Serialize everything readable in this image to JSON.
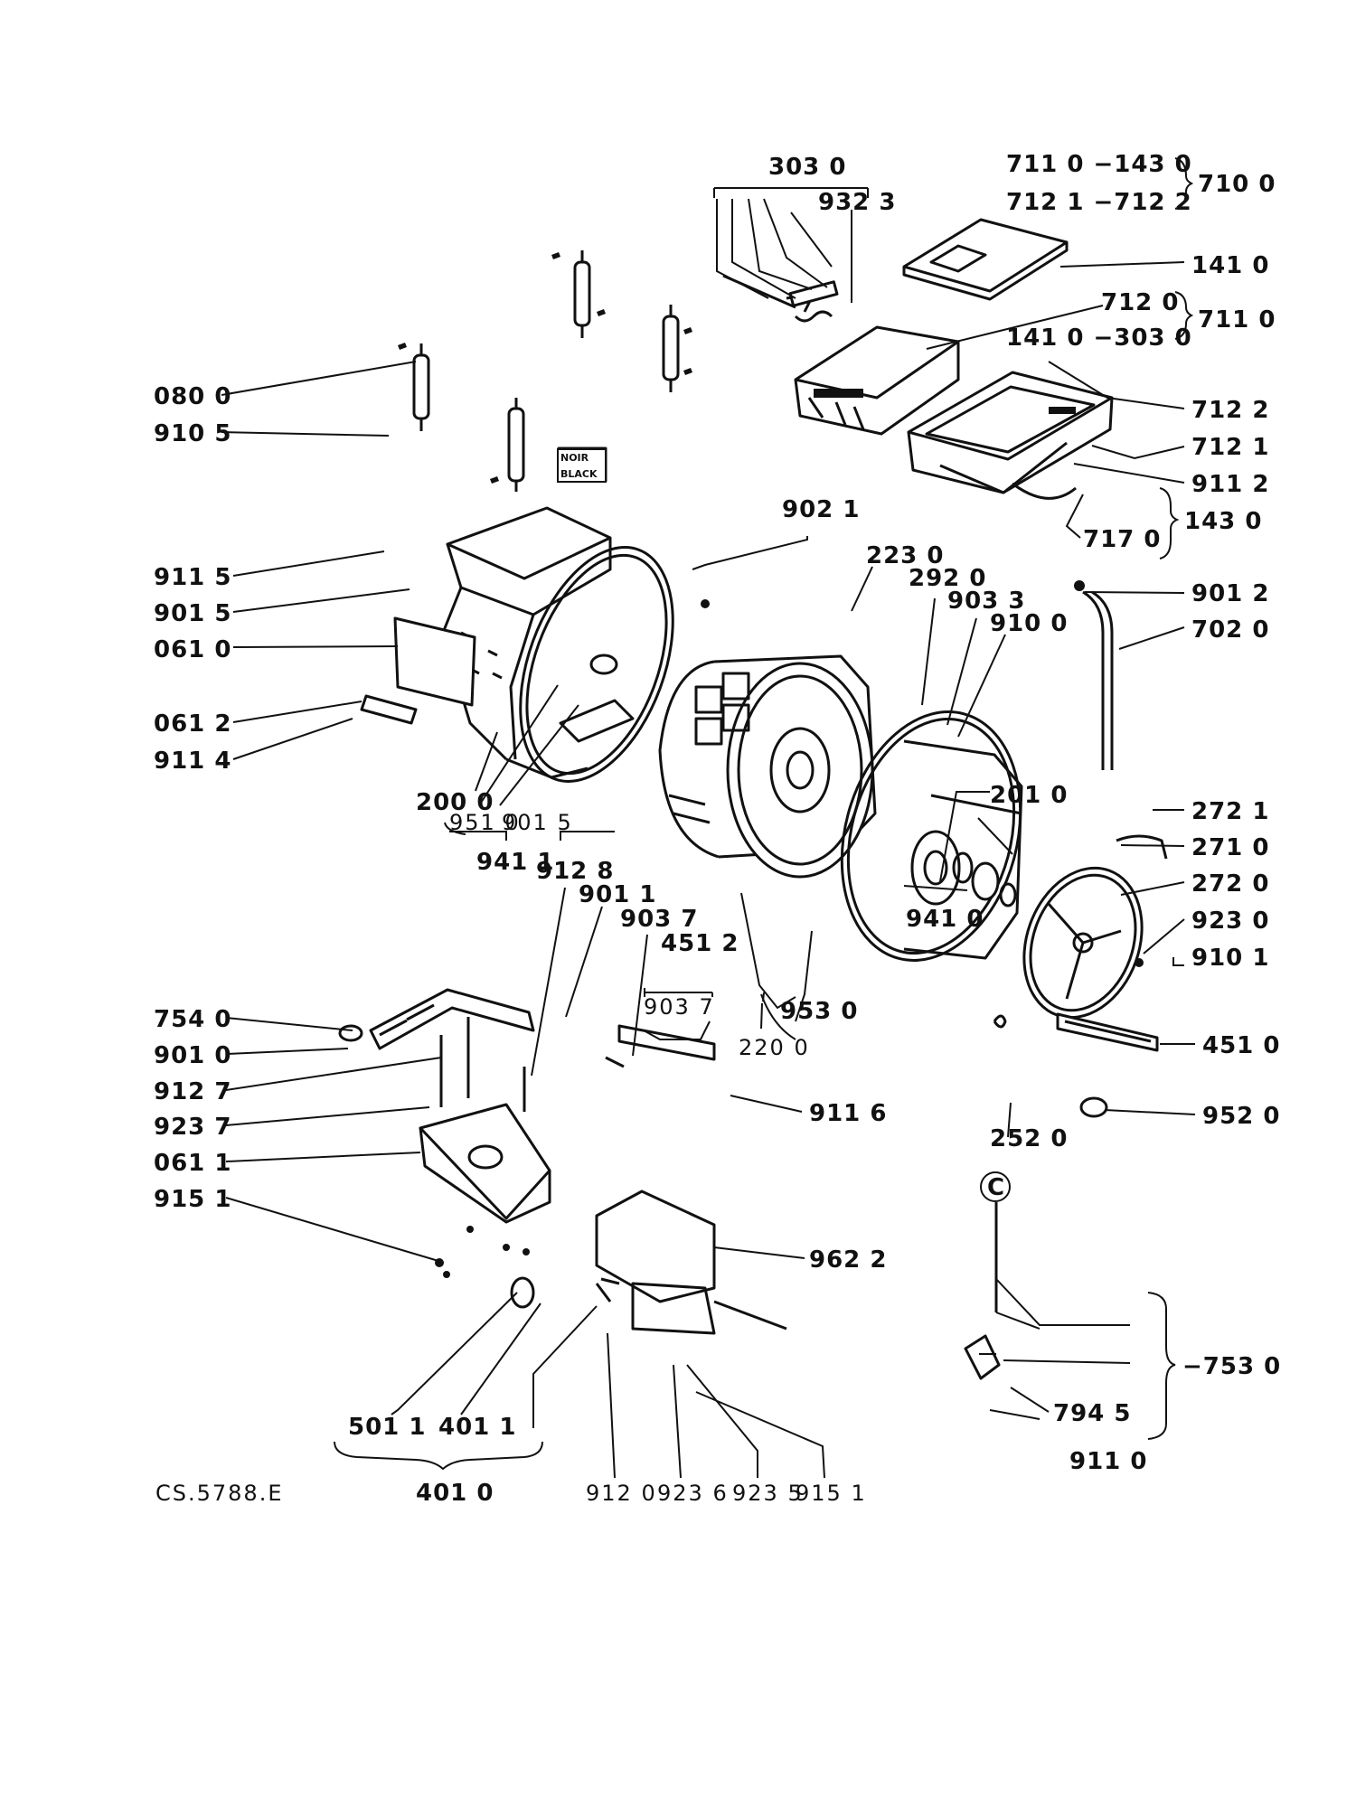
{
  "labels": {
    "l3030": "303 0",
    "l9323": "932 3",
    "l7110_1430": "711 0 −143 0",
    "l7121_7122": "712 1 −712 2",
    "l7100": "710 0",
    "l1410": "141 0",
    "l7120": "712 0",
    "l7110": "711 0",
    "l1410_3030": "141 0 −303 0",
    "l7122": "712 2",
    "l7121": "712 1",
    "l9112": "911 2",
    "l7170": "717 0",
    "l1430": "143 0",
    "l0800": "080 0",
    "l9105": "910 5",
    "l9021": "902 1",
    "l2230": "223 0",
    "l2920": "292 0",
    "l9033": "903 3",
    "l9100": "910 0",
    "l9012": "901 2",
    "l7020": "702 0",
    "l9115": "911 5",
    "l9015a": "901 5",
    "l0610": "061 0",
    "l0612": "061 2",
    "l9114": "911 4",
    "l2000": "200 0",
    "l9510": "951 0",
    "l9015b": "901 5",
    "l9411": "941 1",
    "l2010": "201 0",
    "l2721": "272 1",
    "l2710": "271 0",
    "l2720": "272 0",
    "l9230": "923 0",
    "l9101": "910 1",
    "l9410": "941 0",
    "l9128": "912 8",
    "l9011": "901 1",
    "l9037a": "903 7",
    "l4512": "451 2",
    "l9037b": "903 7",
    "l9530": "953 0",
    "l2200": "220 0",
    "l7540": "754 0",
    "l9010": "901 0",
    "l9127": "912 7",
    "l9237": "923 7",
    "l0611": "061 1",
    "l9151a": "915 1",
    "l9116": "911 6",
    "l4510": "451 0",
    "l2520": "252 0",
    "l9520": "952 0",
    "l9622": "962 2",
    "l7530": "−753 0",
    "l7945": "794 5",
    "l9110": "911 0",
    "l5011": "501 1",
    "l4011": "401 1",
    "l4010": "401 0",
    "l9120": "912 0",
    "l9236": "923 6",
    "l9235": "923 5",
    "l9151b": "915 1"
  },
  "tag_noir": "NOIR",
  "tag_black": "BLACK",
  "circle_c": "C",
  "tag_code": "CS.5788.E"
}
